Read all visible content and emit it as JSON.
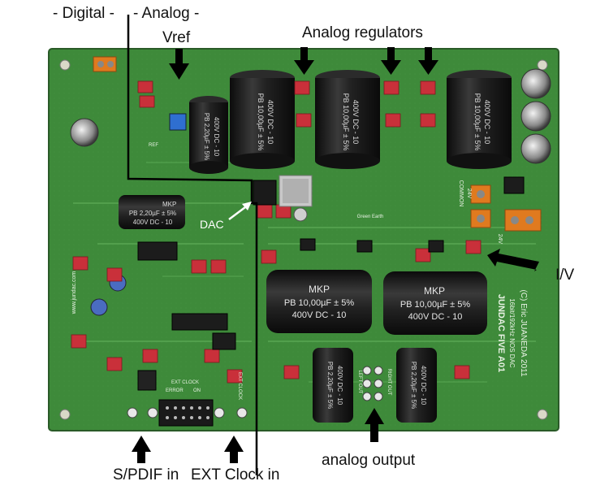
{
  "labels": {
    "digital": "- Digital -",
    "analog": "- Analog -",
    "vref": "Vref",
    "analog_regulators": "Analog regulators",
    "dac": "DAC",
    "iv": "I/V",
    "spdif_in": "S/PDIF in",
    "ext_clock_in": "EXT Clock in",
    "analog_output": "analog output"
  },
  "board": {
    "title": "JUNDAC FIVE A01",
    "subtitle": "16bit/192kHz NOS DAC",
    "copyright": "(C) Eric JUANEDA 2011",
    "website": "www.jundac.com",
    "green_earth": "Green Earth",
    "common": "COMMON",
    "v24_left": "24V",
    "v24_right": "24V",
    "ext_clock": "EXT CLOCK",
    "ext_clock_side": "EXT CLOCK",
    "error": "ERROR",
    "on": "ON",
    "left_out": "LEFT OUT",
    "right_out": "RIGHT OUT",
    "ref": "REF"
  },
  "capacitors": {
    "brand": "MKP",
    "big_value": "PB 10,00µF ± 5%",
    "big_rating": "400V DC - 10",
    "small_value": "PB 2,20µF ± 5%",
    "small_rating": "400V DC - 10"
  },
  "colors": {
    "pcb": "#3e8a3a",
    "pcb_dark": "#2c6b2b",
    "cap_body": "#1c1c1c",
    "resistor_red": "#c9303a",
    "terminal_orange": "#e07a1f",
    "arrow": "#000000"
  }
}
